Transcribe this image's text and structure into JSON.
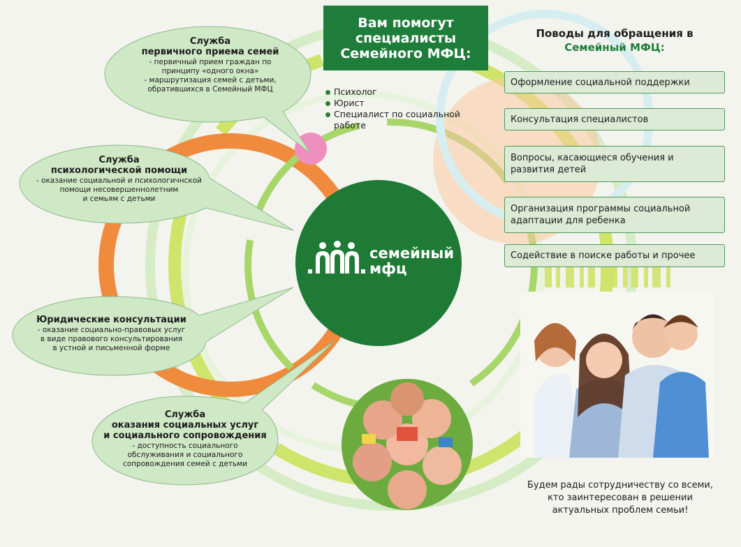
{
  "services": [
    {
      "title_lines": [
        "Служба",
        "первичного приема семей"
      ],
      "desc_lines": [
        "- первичный прием граждан по",
        "принципу «одного окна»",
        "- маршрутизация семей с детьми,",
        "обратившихся в Семейный МФЦ"
      ]
    },
    {
      "title_lines": [
        "Служба",
        "психологической помощи"
      ],
      "desc_lines": [
        "- оказание социальной и психологичнской",
        "помощи несовершеннолетним",
        "и семьям с детьми"
      ]
    },
    {
      "title_lines": [
        "Юридические консультации"
      ],
      "desc_lines": [
        "- оказание социально-правовых услуг",
        "в виде правового консультирования",
        "в устной и письменной форме"
      ]
    },
    {
      "title_lines": [
        "Служба",
        "оказания социальных услуг",
        "и социального сопровождения"
      ],
      "desc_lines": [
        "- доступность социального",
        "обслуживания и социального",
        "сопровождения семей с детьми"
      ]
    }
  ],
  "help": {
    "title_lines": [
      "Вам помогут",
      "специалисты",
      "Семейного МФЦ:"
    ],
    "specialists": [
      "Психолог",
      "Юрист",
      "Специалист по социальной работе"
    ]
  },
  "brand": {
    "line1": "семейный",
    "line2": "мфц"
  },
  "reasons": {
    "title_line1": "Поводы для обращения в",
    "title_line2": "Семейный МФЦ:",
    "items": [
      "Оформление социальной поддержки",
      "Консультация специалистов",
      "Вопросы, касающиеся обучения и развития детей",
      "Организация программы социальной адаптации для ребенка",
      "Содействие в поиске работы и прочее"
    ]
  },
  "footer_lines": [
    "Будем рады сотрудничеству со всеми,",
    "кто заинтересован в решении",
    "актуальных проблем семьи!"
  ],
  "colors": {
    "green_dark": "#1f7a36",
    "green_light": "#cfe8c6",
    "orange": "#f08a3c",
    "lime": "#c6e24c",
    "pink": "#ee8fc0"
  }
}
